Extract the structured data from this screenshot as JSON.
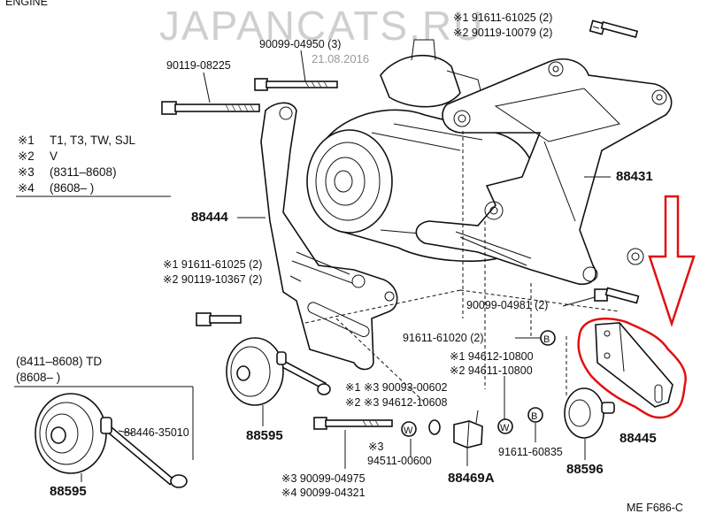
{
  "watermark": "JAPANCATS.RU",
  "date_stamp": "21.08.2016",
  "header_fragment": "ENGINE",
  "notes": [
    {
      "mark": "※1",
      "text": "T1, T3, TW, SJL"
    },
    {
      "mark": "※2",
      "text": "V"
    },
    {
      "mark": "※3",
      "text": "(8311–8608)"
    },
    {
      "mark": "※4",
      "text": "(8608–        )"
    }
  ],
  "inset": {
    "line1": "(8411–8608) TD",
    "line2": "(8608–        )"
  },
  "labels": {
    "p91611_61025_top": "※1 91611-61025 (2)",
    "p90119_10079": "※2 90119-10079 (2)",
    "p90099_04950": "90099-04950 (3)",
    "p90119_08225": "90119-08225",
    "p88431": "88431",
    "p88444": "88444",
    "p91611_61025_mid": "※1 91611-61025 (2)",
    "p90119_10367": "※2 90119-10367 (2)",
    "p90099_04981": "90099-04981 (2)",
    "p91611_61020": "91611-61020 (2)",
    "p94612_10800": "※1 94612-10800",
    "p94611_10800": "※2 94611-10800",
    "p90093_00602": "※1 ※3 90093-00602",
    "p94612_10608": "※2 ※3 94612-10608",
    "p88446_35010": "88446-35010",
    "p88595_left": "88595",
    "p88595_mid": "88595",
    "p94511_00600_mark": "※3",
    "p94511_00600": "94511-00600",
    "p88469A": "88469A",
    "p91611_60835": "91611-60835",
    "p88596": "88596",
    "p88445": "88445",
    "p90099_04975": "※3 90099-04975",
    "p90099_04321": "※4 90099-04321",
    "ref_code": "ME F686-C",
    "callout_b": "B",
    "callout_w": "W"
  },
  "colors": {
    "highlight": "#e01010",
    "arrow": "#e01010",
    "ink": "#111111",
    "watermark": "#cfcfcf"
  }
}
